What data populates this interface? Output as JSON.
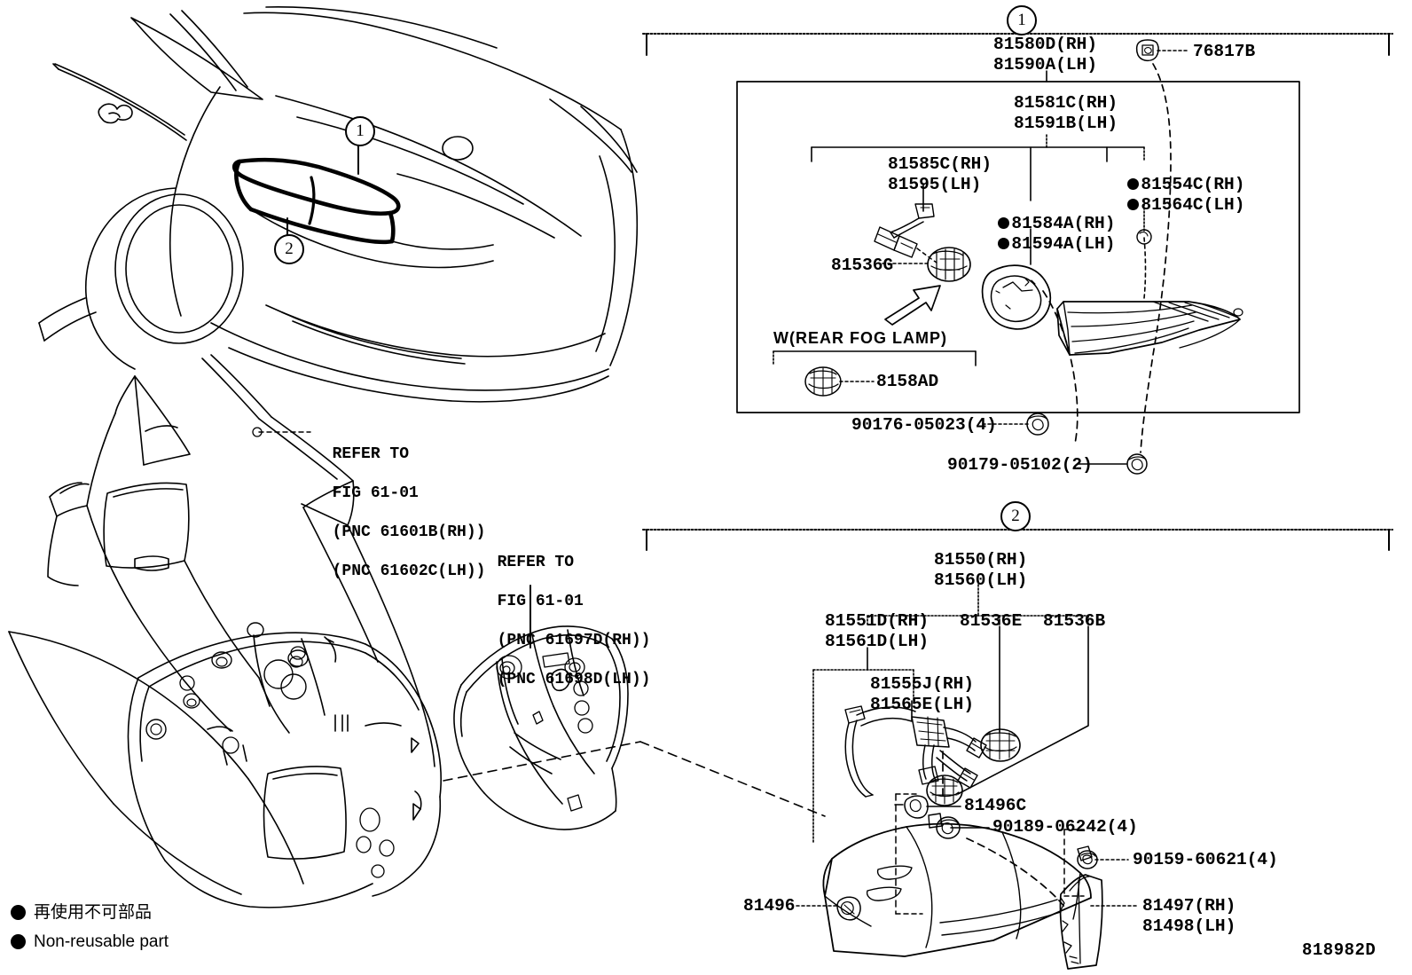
{
  "diagram": {
    "id_code": "818982D",
    "callouts": [
      {
        "key": "c1",
        "label": "1"
      },
      {
        "key": "c2",
        "label": "2"
      }
    ],
    "legend": [
      {
        "symbol": "filled-circle",
        "text": "再使用不可部品"
      },
      {
        "symbol": "filled-circle",
        "text": "Non-reusable part"
      }
    ]
  },
  "refer_blocks": [
    {
      "key": "refer_quarter_panel",
      "line1": "REFER TO",
      "line2": "FIG 61-01",
      "line3": "(PNC 61601B(RH))",
      "line4": "(PNC 61602C(LH))"
    },
    {
      "key": "refer_wheel_house",
      "line1": "REFER TO",
      "line2": "FIG 61-01",
      "line3": "(PNC 61697D(RH))",
      "line4": "(PNC 61698D(LH))"
    }
  ],
  "panel1": {
    "callout": "1",
    "parts": [
      {
        "key": "p_81580D",
        "text": "81580D(RH)",
        "bullet": false
      },
      {
        "key": "p_81590A",
        "text": "81590A(LH)",
        "bullet": false
      },
      {
        "key": "p_76817B",
        "text": "76817B",
        "bullet": false
      },
      {
        "key": "p_81581C",
        "text": "81581C(RH)",
        "bullet": false
      },
      {
        "key": "p_81591B",
        "text": "81591B(LH)",
        "bullet": false
      },
      {
        "key": "p_81585C",
        "text": "81585C(RH)",
        "bullet": false
      },
      {
        "key": "p_81595",
        "text": "81595(LH)",
        "bullet": false
      },
      {
        "key": "p_81584A",
        "text": "81584A(RH)",
        "bullet": true
      },
      {
        "key": "p_81594A",
        "text": "81594A(LH)",
        "bullet": true
      },
      {
        "key": "p_81554C",
        "text": "81554C(RH)",
        "bullet": true
      },
      {
        "key": "p_81564C",
        "text": "81564C(LH)",
        "bullet": true
      },
      {
        "key": "p_81536G",
        "text": "81536G",
        "bullet": false
      },
      {
        "key": "p_8158AD",
        "text": "8158AD",
        "bullet": false
      },
      {
        "key": "p_90176",
        "text": "90176-05023(4)",
        "bullet": false
      },
      {
        "key": "p_90179",
        "text": "90179-05102(2)",
        "bullet": false
      }
    ],
    "note_fog": "W(REAR FOG LAMP)"
  },
  "panel2": {
    "callout": "2",
    "parts": [
      {
        "key": "p_81550",
        "text": "81550(RH)",
        "bullet": false
      },
      {
        "key": "p_81560",
        "text": "81560(LH)",
        "bullet": false
      },
      {
        "key": "p_81551D",
        "text": "81551D(RH)",
        "bullet": false
      },
      {
        "key": "p_81561D",
        "text": "81561D(LH)",
        "bullet": false
      },
      {
        "key": "p_81536E",
        "text": "81536E",
        "bullet": false
      },
      {
        "key": "p_81536B",
        "text": "81536B",
        "bullet": false
      },
      {
        "key": "p_81555J",
        "text": "81555J(RH)",
        "bullet": false
      },
      {
        "key": "p_81565E",
        "text": "81565E(LH)",
        "bullet": false
      },
      {
        "key": "p_81496C",
        "text": "81496C",
        "bullet": false
      },
      {
        "key": "p_90189",
        "text": "90189-06242(4)",
        "bullet": false
      },
      {
        "key": "p_90159",
        "text": "90159-60621(4)",
        "bullet": false
      },
      {
        "key": "p_81497",
        "text": "81497(RH)",
        "bullet": false
      },
      {
        "key": "p_81498",
        "text": "81498(LH)",
        "bullet": false
      },
      {
        "key": "p_81496",
        "text": "81496",
        "bullet": false
      }
    ]
  }
}
